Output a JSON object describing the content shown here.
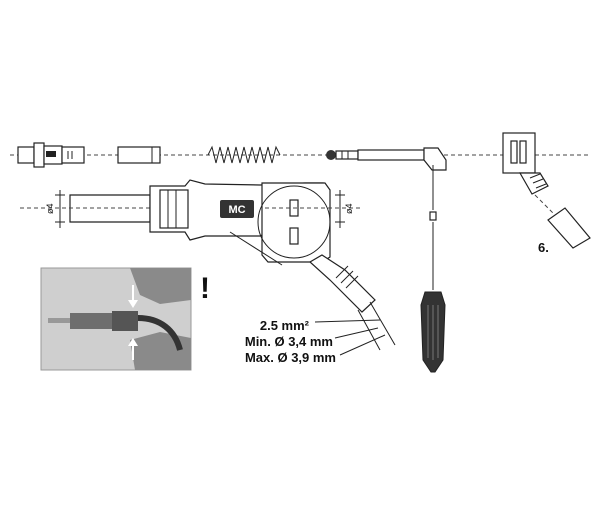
{
  "brand_logo": "MC",
  "warning_mark": "!",
  "diameter_label_left": "ø4",
  "diameter_label_right": "ø4",
  "step_label": "6.",
  "specs": {
    "cross_section": "2.5 mm²",
    "min_diameter": "Min. Ø 3,4 mm",
    "max_diameter": "Max. Ø 3,9 mm"
  },
  "icons": [
    "banana-plug-icon",
    "insulating-sleeve-icon",
    "spring-icon",
    "screwdriver-icon",
    "angled-socket-icon",
    "finger-grip-photo"
  ],
  "colors": {
    "line": "#222222",
    "photo_bg": "#cfcfcf",
    "logo_bg": "#333333"
  }
}
